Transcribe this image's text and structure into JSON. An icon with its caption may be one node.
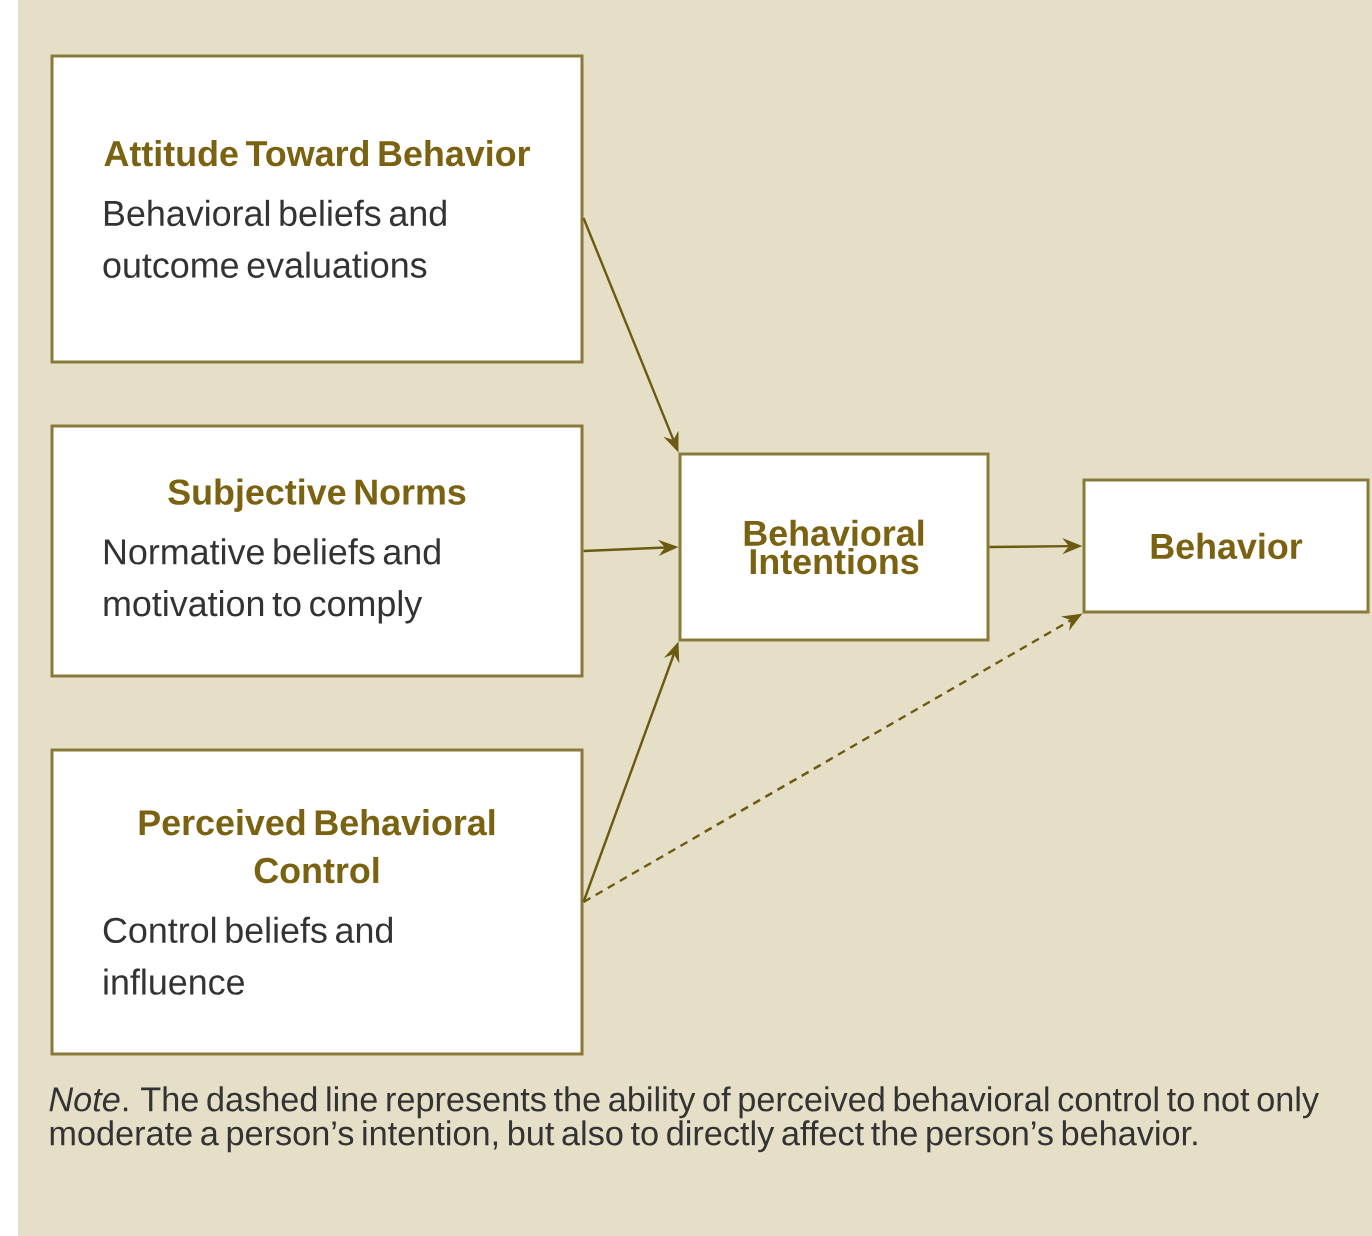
{
  "diagram": {
    "caption": "*Note*. The dashed line represents the ability of perceived behavioral control to not only moderate a person’s intention, but also to directly affect the person’s behavior.",
    "nodes": [
      {
        "text": [
          "Attitude Toward Behavior",
          "Behavioral beliefs and outcome evaluations"
        ]
      },
      {
        "text": [
          "Subjective Norms",
          "Normative beliefs and motivation to comply"
        ]
      },
      {
        "text": [
          "Perceived Behavioral Control",
          "Control beliefs and influence"
        ]
      },
      {
        "text": [
          "Behavioral Intentions"
        ]
      },
      {
        "text": [
          "Behavior"
        ]
      }
    ],
    "edges": [
      {
        "from": 0,
        "to": 3,
        "arrow": "to"
      },
      {
        "from": 1,
        "to": 3,
        "arrow": "to"
      },
      {
        "from": 2,
        "to": 3,
        "arrow": "to"
      },
      {
        "from": 3,
        "to": 4,
        "arrow": "to"
      },
      {
        "from": 2,
        "to": 4,
        "arrow": "to",
        "style": "dashed"
      }
    ]
  }
}
